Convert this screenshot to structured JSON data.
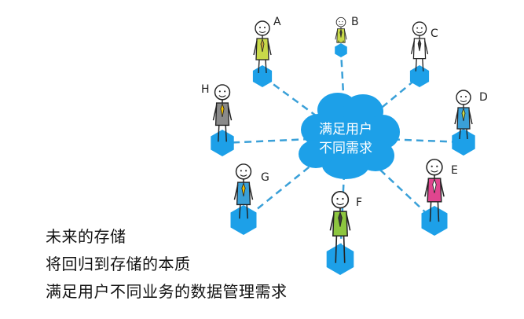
{
  "center": {
    "line1": "满足用户",
    "line2": "不同需求",
    "color": "#1da0e8"
  },
  "nodes": [
    {
      "letter": "A",
      "shirt": "#c8d94a",
      "tie": "#c8a53a"
    },
    {
      "letter": "B",
      "shirt": "#c8d94a",
      "tie": "#3a3a3a"
    },
    {
      "letter": "C",
      "shirt": "#ffffff",
      "tie": "#3a3a3a"
    },
    {
      "letter": "D",
      "shirt": "#3aa0d8",
      "tie": "#c8d94a"
    },
    {
      "letter": "E",
      "shirt": "#e0458f",
      "tie": "#ffffff"
    },
    {
      "letter": "F",
      "shirt": "#8dc63f",
      "tie": "#3a3a3a"
    },
    {
      "letter": "G",
      "shirt": "#3aa0d8",
      "tie": "#f2c200"
    },
    {
      "letter": "H",
      "shirt": "#8a8a8a",
      "tie": "#f2c200"
    }
  ],
  "colors": {
    "hex": "#1da0e8",
    "line": "#3aa0d8"
  },
  "caption": {
    "line1": "未来的存储",
    "line2": "将回归到存储的本质",
    "line3": "满足用户不同业务的数据管理需求"
  }
}
